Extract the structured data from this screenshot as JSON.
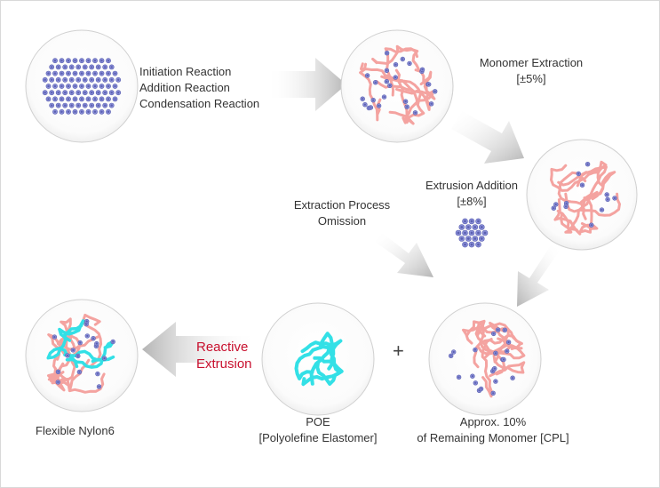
{
  "colors": {
    "monomer_fill": "#8a8fd8",
    "monomer_core": "#5a5fb0",
    "polymer_chain": "#f4a3a0",
    "elastomer_chain": "#33e0e6",
    "arrow": "#bdbdbd",
    "circle_border": "#d0d0d0",
    "highlight_text": "#c8102e"
  },
  "labels": {
    "reactions": [
      "Initiation Reaction",
      "Addition Reaction",
      "Condensation Reaction"
    ],
    "monomer_extraction": [
      "Monomer Extraction",
      "[±5%]"
    ],
    "extrusion_addition": [
      "Extrusion Addition",
      "[±8%]"
    ],
    "extraction_omission": [
      "Extraction Process",
      "Omission"
    ],
    "reactive_extrusion": [
      "Reactive",
      "Extrusion"
    ],
    "plus": "+",
    "flexible_nylon": "Flexible Nylon6",
    "poe": [
      "POE",
      "[Polyolefine Elastomer]"
    ],
    "remaining_monomer": [
      "Approx. 10%",
      "of Remaining Monomer [CPL]"
    ]
  }
}
